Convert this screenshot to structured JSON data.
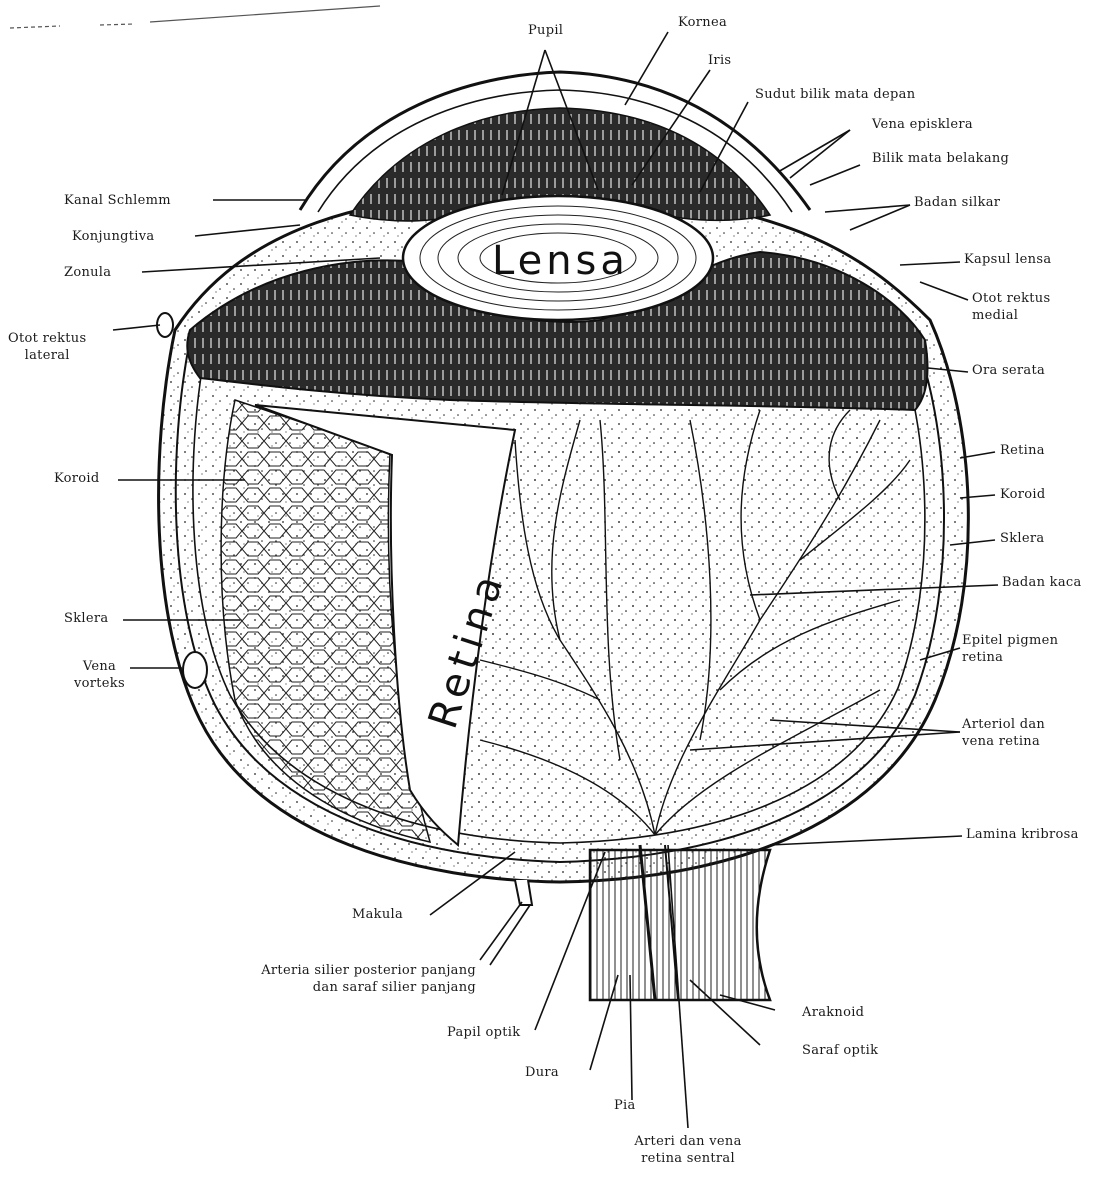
{
  "diagram": {
    "inner_labels": {
      "lens": "Lensa",
      "retina": "Retina"
    },
    "labels": {
      "pupil": "Pupil",
      "kornea": "Kornea",
      "iris": "Iris",
      "sudut_bilik": "Sudut bilik mata depan",
      "vena_episklera": "Vena episklera",
      "bilik_belakang": "Bilik mata belakang",
      "badan_silkar": "Badan silkar",
      "kapsul_lensa": "Kapsul lensa",
      "otot_rektus_medial_1": "Otot rektus",
      "otot_rektus_medial_2": "medial",
      "ora_serata": "Ora serata",
      "retina_r": "Retina",
      "koroid_r": "Koroid",
      "sklera_r": "Sklera",
      "badan_kaca": "Badan kaca",
      "epitel_1": "Epitel pigmen",
      "epitel_2": "retina",
      "arteriol_1": "Arteriol dan",
      "arteriol_2": "vena retina",
      "lamina": "Lamina kribrosa",
      "kanal": "Kanal Schlemm",
      "konjungtiva": "Konjungtiva",
      "zonula": "Zonula",
      "otot_lateral_1": "Otot rektus",
      "otot_lateral_2": "lateral",
      "koroid_l": "Koroid",
      "sklera_l": "Sklera",
      "vena_vortex_1": "Vena",
      "vena_vortex_2": "vorteks",
      "makula": "Makula",
      "arteri_silier_1": "Arteria silier posterior panjang",
      "arteri_silier_2": "dan saraf silier panjang",
      "papil": "Papil optik",
      "dura": "Dura",
      "pia": "Pia",
      "arteri_sentral_1": "Arteri dan vena",
      "arteri_sentral_2": "retina sentral",
      "araknoid": "Araknoid",
      "saraf_optik": "Saraf optik"
    }
  }
}
